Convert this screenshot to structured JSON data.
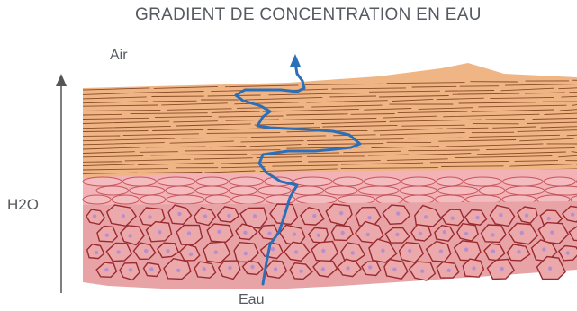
{
  "diagram": {
    "title": "GRADIENT DE CONCENTRATION EN EAU",
    "top_label": "Air",
    "bottom_label": "Eau",
    "side_label": "H2O",
    "colors": {
      "stratum_corneum": "#efb585",
      "stratum_corneum_line": "#8a4a26",
      "granular_layer": "#f3b2b6",
      "granular_line": "#c5555c",
      "cell_fill": "#e8a3a6",
      "cell_line": "#9a2a30",
      "nucleus": "#b88ed0",
      "water_path": "#2a6fb8",
      "arrow": "#555555"
    },
    "icons": [
      "up-arrow-icon",
      "water-path-arrow-icon"
    ]
  }
}
